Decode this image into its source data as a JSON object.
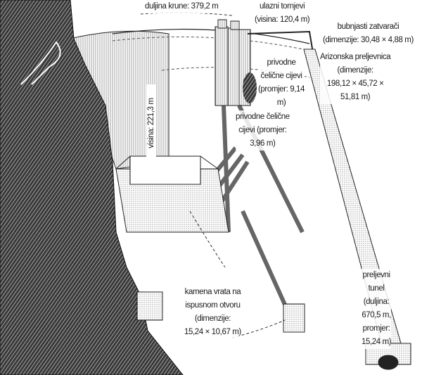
{
  "labels": {
    "crest_length": "duljina krune: 379,2 m",
    "intake_towers": [
      "ulazni tornjevi",
      "(visina: 120,4 m)"
    ],
    "drum_gates": [
      "bubnjasti zatvarači",
      "(dimenzije: 30,48 × 4,88 m)"
    ],
    "arizona_spillway": [
      "Arizonska preljevnica",
      "(dimenzije:",
      "198,12 × 45,72 ×",
      "51,81 m)"
    ],
    "penstocks_large": [
      "privodne",
      "čelične cijevi",
      "(promjer: 9,14",
      "m)"
    ],
    "dam_height": "visina: 221,3 m",
    "penstocks_small": [
      "privodne čelične",
      "cijevi (promjer:",
      "3,96 m)"
    ],
    "outlet_gates": [
      "kamena vrata na",
      "ispusnom otvoru",
      "(dimenzije:",
      "15,24 × 10,67 m)"
    ],
    "spillway_tunnel": [
      "preljevni",
      "tunel",
      "(duljina:",
      "670,5 m,",
      "promjer:",
      "15,24 m)"
    ]
  }
}
